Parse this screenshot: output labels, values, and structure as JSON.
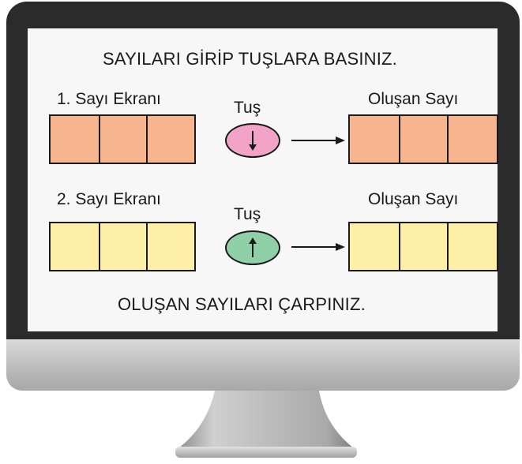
{
  "screen": {
    "title": "SAYILARI GİRİP TUŞLARA BASINIZ.",
    "footer": "OLUŞAN SAYILARI ÇARPINIZ."
  },
  "row1": {
    "input_label": "1. Sayı Ekranı",
    "key_label": "Tuş",
    "key_icon": "down-arrow-icon",
    "output_label": "Oluşan Sayı",
    "box_color": "#f7b58f",
    "key_color": "#f2a4c8"
  },
  "row2": {
    "input_label": "2. Sayı Ekranı",
    "key_label": "Tuş",
    "key_icon": "up-arrow-icon",
    "output_label": "Oluşan Sayı",
    "box_color": "#fdf0a6",
    "key_color": "#8fd0a8"
  }
}
